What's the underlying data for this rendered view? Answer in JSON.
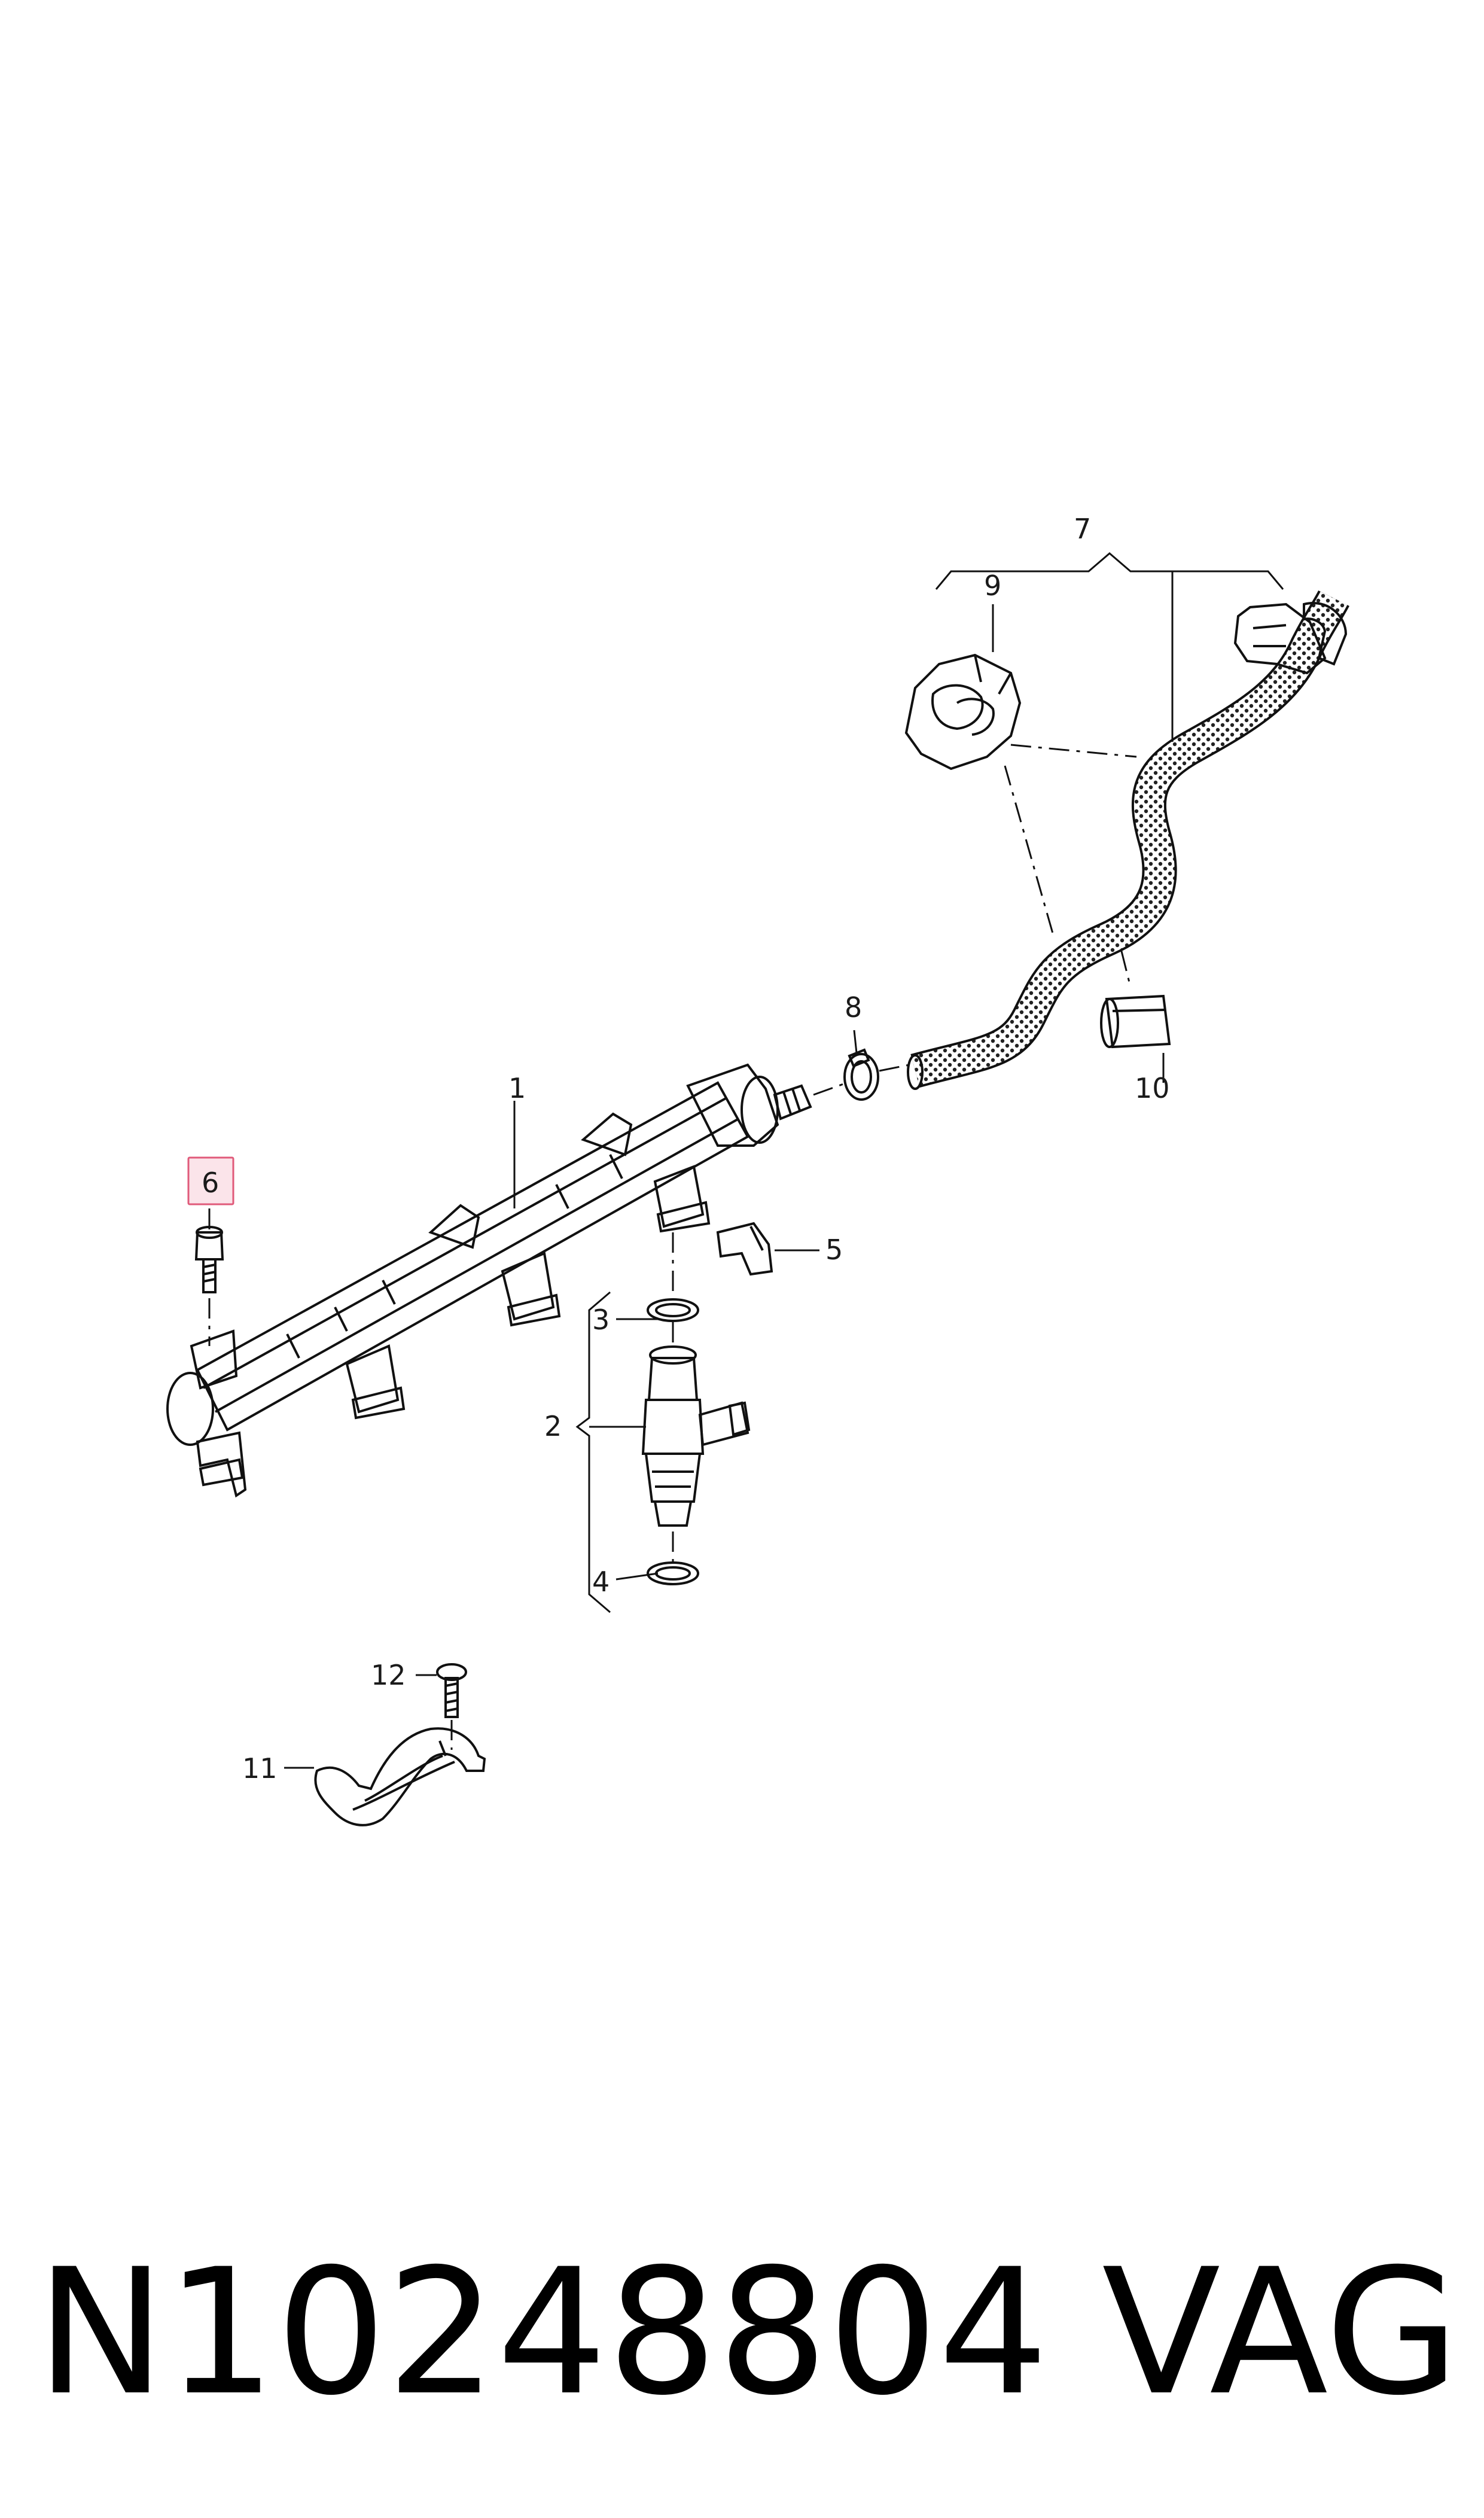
{
  "callouts": {
    "c1": "1",
    "c2": "2",
    "c3": "3",
    "c4": "4",
    "c5": "5",
    "c6": "6",
    "c7": "7",
    "c8": "8",
    "c9": "9",
    "c10": "10",
    "c11": "11",
    "c12": "12"
  },
  "highlight": {
    "callout": "6",
    "fill": "#fbe4ea",
    "stroke": "#e05a7a"
  },
  "footer": {
    "part_number": "N10248804",
    "brand": "VAG"
  }
}
